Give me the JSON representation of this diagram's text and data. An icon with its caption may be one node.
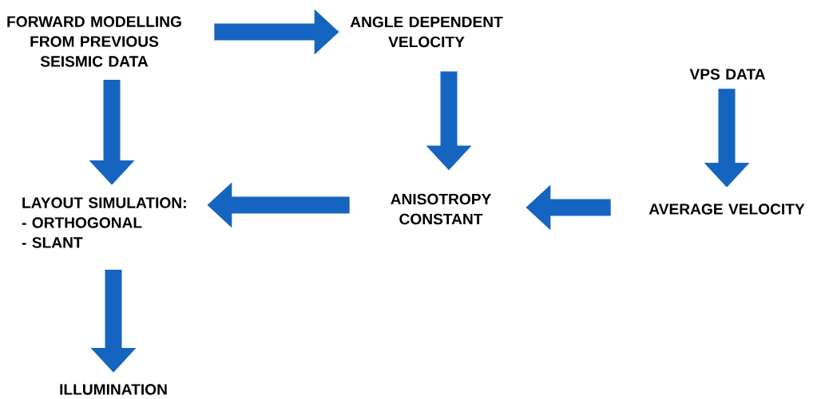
{
  "diagram": {
    "nodes": [
      {
        "text": [
          "FORWARD MODELLING FROM PREVIOUS SEISMIC DATA"
        ]
      },
      {
        "text": [
          "ANGLE DEPENDENT VELOCITY"
        ]
      },
      {
        "text": [
          "VPS DATA"
        ]
      },
      {
        "text": [
          "LAYOUT SIMULATION:",
          "- ORTHOGONAL",
          "- SLANT"
        ]
      },
      {
        "text": [
          "ANISOTROPY CONSTANT"
        ]
      },
      {
        "text": [
          "AVERAGE VELOCITY"
        ]
      },
      {
        "text": [
          "ILLUMINATION"
        ]
      }
    ],
    "edges": [
      {
        "from": 0,
        "to": 1,
        "arrow": "to"
      },
      {
        "from": 0,
        "to": 3,
        "arrow": "to"
      },
      {
        "from": 1,
        "to": 4,
        "arrow": "to"
      },
      {
        "from": 2,
        "to": 5,
        "arrow": "to"
      },
      {
        "from": 5,
        "to": 4,
        "arrow": "to"
      },
      {
        "from": 4,
        "to": 3,
        "arrow": "to"
      },
      {
        "from": 3,
        "to": 6,
        "arrow": "to"
      }
    ]
  }
}
